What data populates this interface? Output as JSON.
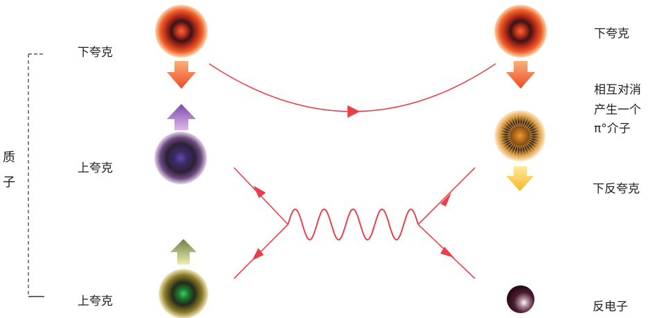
{
  "proton": {
    "char1": "质",
    "char2": "子"
  },
  "left": {
    "top_quark": "下夸克",
    "mid_quark": "上夸克",
    "bottom_quark": "上夸克"
  },
  "right": {
    "top_quark": "下夸克",
    "annotation_line1": "相互对消",
    "annotation_line2": "产生一个",
    "annotation_line3": "π°介子",
    "anti_down_quark": "下反夸克",
    "positron": "反电子"
  },
  "colors": {
    "line": "#e8404a",
    "red_quark": "#e24a2c",
    "purple_quark": "#5a3a7a",
    "green_quark": "#2f9a3c",
    "orange_arrow": "#f05a2a",
    "purple_arrow": "#9b5fb6",
    "olive_arrow": "#8a9a55",
    "yellow_arrow": "#f2c030"
  }
}
